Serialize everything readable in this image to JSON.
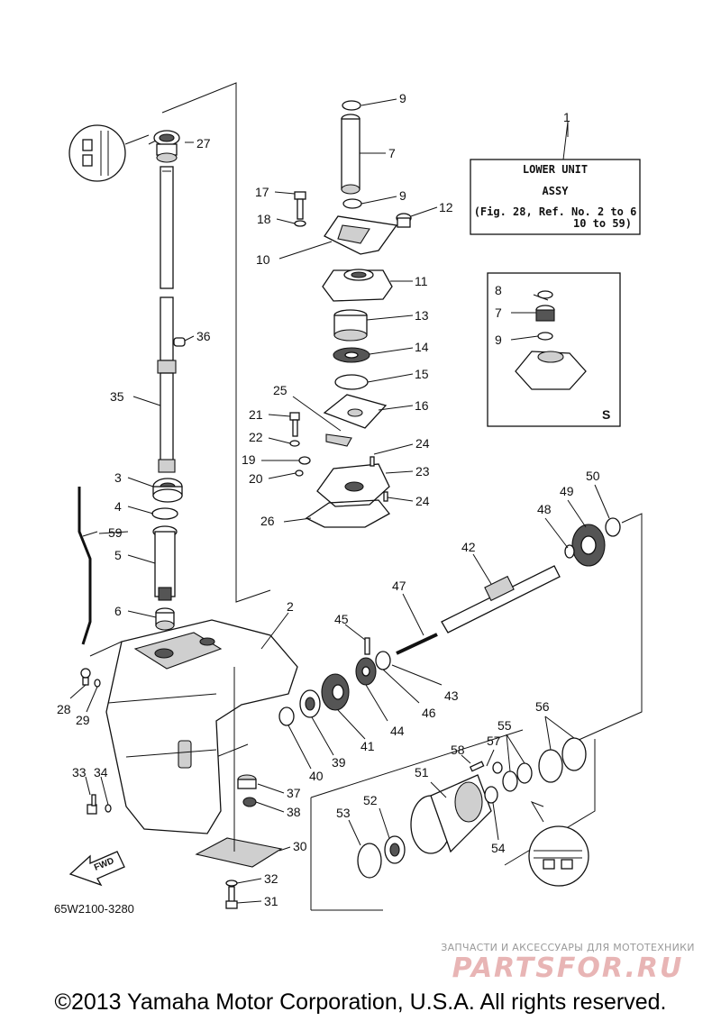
{
  "figure_code": "65W2100-3280",
  "copyright": "©2013 Yamaha Motor Corporation, U.S.A. All rights reserved.",
  "watermark": {
    "tagline": "ЗАПЧАСТИ И АКСЕССУАРЫ ДЛЯ МОТОТЕХНИКИ",
    "logo": "PARTSFOR.RU"
  },
  "assy_box": {
    "line1": "LOWER UNIT",
    "line2": "ASSY",
    "line3": "(Fig. 28, Ref. No. 2 to 6",
    "line4": "10 to 59)"
  },
  "inset_s": {
    "label": "S"
  },
  "fwd_label": "FWD",
  "callouts": [
    {
      "id": "c1",
      "text": "1"
    },
    {
      "id": "c2",
      "text": "2"
    },
    {
      "id": "c3",
      "text": "3"
    },
    {
      "id": "c4",
      "text": "4"
    },
    {
      "id": "c5",
      "text": "5"
    },
    {
      "id": "c6",
      "text": "6"
    },
    {
      "id": "c7",
      "text": "7"
    },
    {
      "id": "c7s",
      "text": "7"
    },
    {
      "id": "c8s",
      "text": "8"
    },
    {
      "id": "c9a",
      "text": "9"
    },
    {
      "id": "c9b",
      "text": "9"
    },
    {
      "id": "c9s",
      "text": "9"
    },
    {
      "id": "c10",
      "text": "10"
    },
    {
      "id": "c11",
      "text": "11"
    },
    {
      "id": "c12",
      "text": "12"
    },
    {
      "id": "c13",
      "text": "13"
    },
    {
      "id": "c14",
      "text": "14"
    },
    {
      "id": "c15",
      "text": "15"
    },
    {
      "id": "c16",
      "text": "16"
    },
    {
      "id": "c17",
      "text": "17"
    },
    {
      "id": "c18",
      "text": "18"
    },
    {
      "id": "c19",
      "text": "19"
    },
    {
      "id": "c20",
      "text": "20"
    },
    {
      "id": "c21",
      "text": "21"
    },
    {
      "id": "c22",
      "text": "22"
    },
    {
      "id": "c23",
      "text": "23"
    },
    {
      "id": "c24a",
      "text": "24"
    },
    {
      "id": "c24b",
      "text": "24"
    },
    {
      "id": "c25",
      "text": "25"
    },
    {
      "id": "c26",
      "text": "26"
    },
    {
      "id": "c27",
      "text": "27"
    },
    {
      "id": "c28",
      "text": "28"
    },
    {
      "id": "c29",
      "text": "29"
    },
    {
      "id": "c30",
      "text": "30"
    },
    {
      "id": "c31",
      "text": "31"
    },
    {
      "id": "c32",
      "text": "32"
    },
    {
      "id": "c33",
      "text": "33"
    },
    {
      "id": "c34",
      "text": "34"
    },
    {
      "id": "c35",
      "text": "35"
    },
    {
      "id": "c36",
      "text": "36"
    },
    {
      "id": "c37",
      "text": "37"
    },
    {
      "id": "c38",
      "text": "38"
    },
    {
      "id": "c39",
      "text": "39"
    },
    {
      "id": "c40",
      "text": "40"
    },
    {
      "id": "c41",
      "text": "41"
    },
    {
      "id": "c42",
      "text": "42"
    },
    {
      "id": "c43",
      "text": "43"
    },
    {
      "id": "c44",
      "text": "44"
    },
    {
      "id": "c45",
      "text": "45"
    },
    {
      "id": "c46",
      "text": "46"
    },
    {
      "id": "c47",
      "text": "47"
    },
    {
      "id": "c48",
      "text": "48"
    },
    {
      "id": "c49",
      "text": "49"
    },
    {
      "id": "c50",
      "text": "50"
    },
    {
      "id": "c51",
      "text": "51"
    },
    {
      "id": "c52",
      "text": "52"
    },
    {
      "id": "c53",
      "text": "53"
    },
    {
      "id": "c54",
      "text": "54"
    },
    {
      "id": "c55",
      "text": "55"
    },
    {
      "id": "c56",
      "text": "56"
    },
    {
      "id": "c57",
      "text": "57"
    },
    {
      "id": "c58",
      "text": "58"
    },
    {
      "id": "c59",
      "text": "59"
    }
  ]
}
